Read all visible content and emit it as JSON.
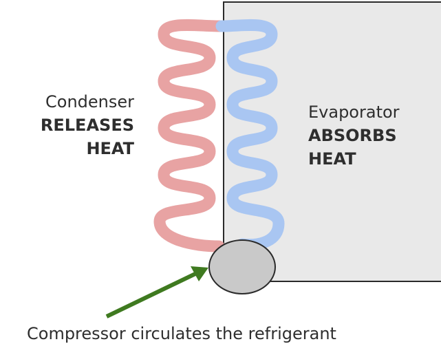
{
  "condenser": {
    "name": "Condenser",
    "action_line1": "RELEASES",
    "action_line2": "HEAT"
  },
  "evaporator": {
    "name": "Evaporator",
    "action_line1": "ABSORBS",
    "action_line2": "HEAT"
  },
  "compressor": {
    "caption": "Compressor circulates the refrigerant"
  },
  "colors": {
    "condenser_coil": "#e8a3a3",
    "evaporator_coil": "#a9c6f2",
    "cabinet_fill": "#e9e9e9",
    "cabinet_stroke": "#2a2a2a",
    "compressor_fill": "#c9c9c9",
    "arrow": "#3f7a20",
    "text": "#2e2e2e"
  }
}
